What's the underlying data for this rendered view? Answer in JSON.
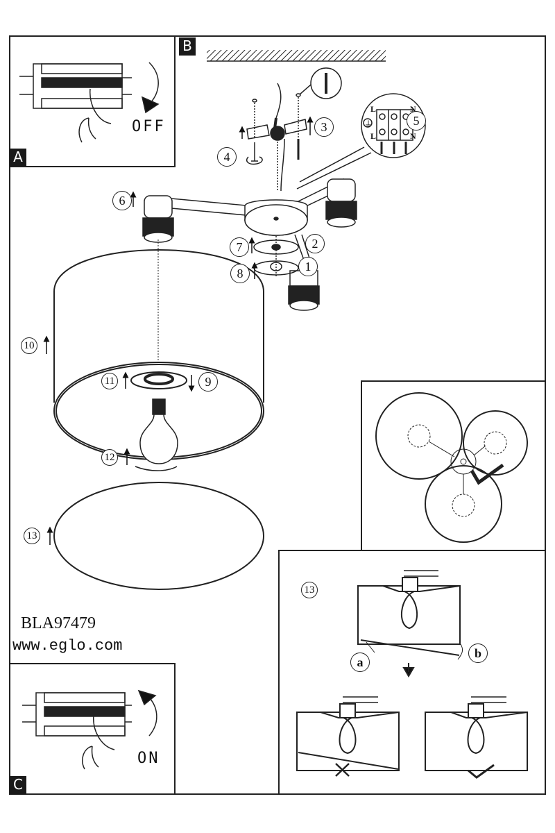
{
  "document": {
    "type": "assembly-instructions",
    "model_number": "BLA97479",
    "website": "www.eglo.com"
  },
  "panels": {
    "A": {
      "label": "A"
    },
    "B": {
      "label": "B",
      "switch_state": "OFF"
    },
    "C": {
      "label": "C",
      "switch_state": "ON"
    }
  },
  "steps": [
    "1",
    "2",
    "3",
    "4",
    "5",
    "6",
    "7",
    "8",
    "9",
    "10",
    "11",
    "12",
    "13"
  ],
  "terminal_block": {
    "labels_top": [
      "L",
      "N"
    ],
    "labels_bottom": [
      "L",
      "N"
    ],
    "ground_symbol": "⏚"
  },
  "shade_alignment": {
    "step": "13",
    "markers": [
      "a",
      "b"
    ],
    "results": [
      {
        "state": "incorrect",
        "mark": "✕"
      },
      {
        "state": "correct",
        "mark": "✓"
      }
    ]
  }
}
